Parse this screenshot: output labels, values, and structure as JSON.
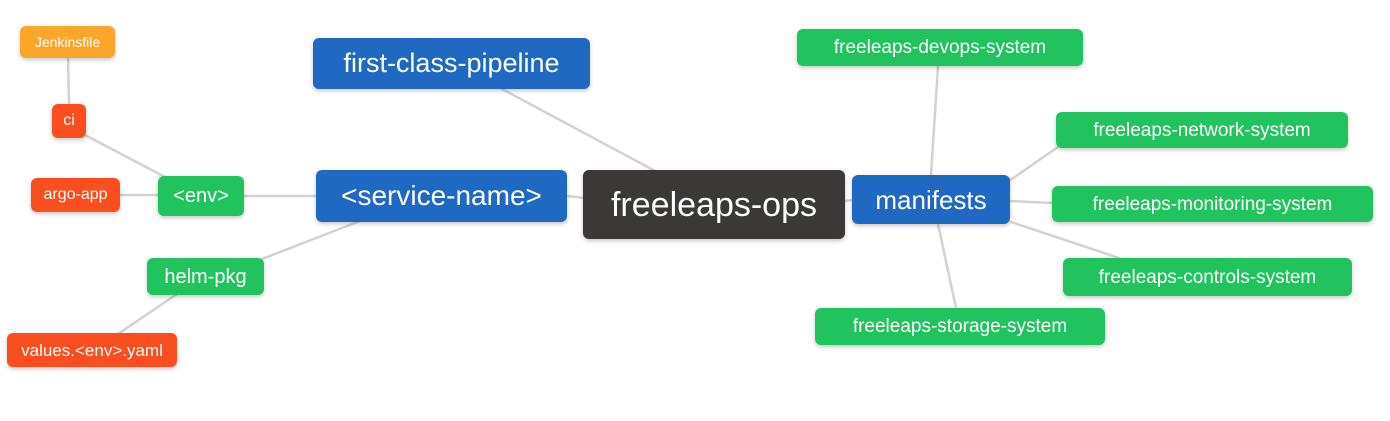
{
  "colors": {
    "blue": "#1f69c3",
    "green": "#21c35f",
    "orange": "#faa62b",
    "red": "#fa4e1e",
    "dark": "#3c3838",
    "edge": "#d2d2d2"
  },
  "nodes": {
    "jenkinsfile": {
      "label": "Jenkinsfile"
    },
    "ci": {
      "label": "ci"
    },
    "argo_app": {
      "label": "argo-app"
    },
    "env": {
      "label": "<env>"
    },
    "helm_pkg": {
      "label": "helm-pkg"
    },
    "values_yaml": {
      "label": "values.<env>.yaml"
    },
    "first_class_pipeline": {
      "label": "first-class-pipeline"
    },
    "service_name": {
      "label": "<service-name>"
    },
    "freeleaps_ops": {
      "label": "freeleaps-ops"
    },
    "manifests": {
      "label": "manifests"
    },
    "devops_system": {
      "label": "freeleaps-devops-system"
    },
    "network_system": {
      "label": "freeleaps-network-system"
    },
    "monitoring_system": {
      "label": "freeleaps-monitoring-system"
    },
    "controls_system": {
      "label": "freeleaps-controls-system"
    },
    "storage_system": {
      "label": "freeleaps-storage-system"
    }
  },
  "edges": [
    {
      "from": "jenkinsfile",
      "to": "ci"
    },
    {
      "from": "ci",
      "to": "env"
    },
    {
      "from": "argo_app",
      "to": "env"
    },
    {
      "from": "env",
      "to": "service_name"
    },
    {
      "from": "service_name",
      "to": "helm_pkg"
    },
    {
      "from": "helm_pkg",
      "to": "values_yaml"
    },
    {
      "from": "first_class_pipeline",
      "to": "freeleaps_ops"
    },
    {
      "from": "service_name",
      "to": "freeleaps_ops"
    },
    {
      "from": "freeleaps_ops",
      "to": "manifests"
    },
    {
      "from": "manifests",
      "to": "devops_system"
    },
    {
      "from": "manifests",
      "to": "network_system"
    },
    {
      "from": "manifests",
      "to": "monitoring_system"
    },
    {
      "from": "manifests",
      "to": "controls_system"
    },
    {
      "from": "manifests",
      "to": "storage_system"
    }
  ]
}
